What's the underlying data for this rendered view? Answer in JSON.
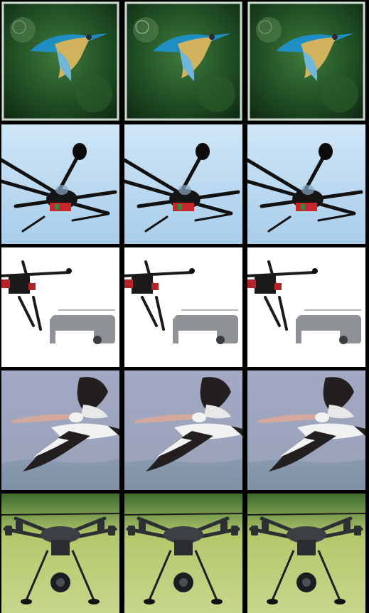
{
  "grid": {
    "columns": 3,
    "rows": [
      {
        "subject": "kingfisher-in-flight",
        "background": "forest-green"
      },
      {
        "subject": "octocopter-drone",
        "background": "sky-blue"
      },
      {
        "subject": "two-drones",
        "background": "white"
      },
      {
        "subject": "pelican-in-flight",
        "background": "pale-blue-sky"
      },
      {
        "subject": "hexacopter-drone-with-camera",
        "background": "grass-green"
      }
    ]
  },
  "colors": {
    "frame": "#000000",
    "forest": "#1e4a22",
    "sky": "#bcd8ef",
    "white": "#ffffff",
    "pale_sky": "#9fa7c2",
    "grass": "#b5c96a"
  }
}
